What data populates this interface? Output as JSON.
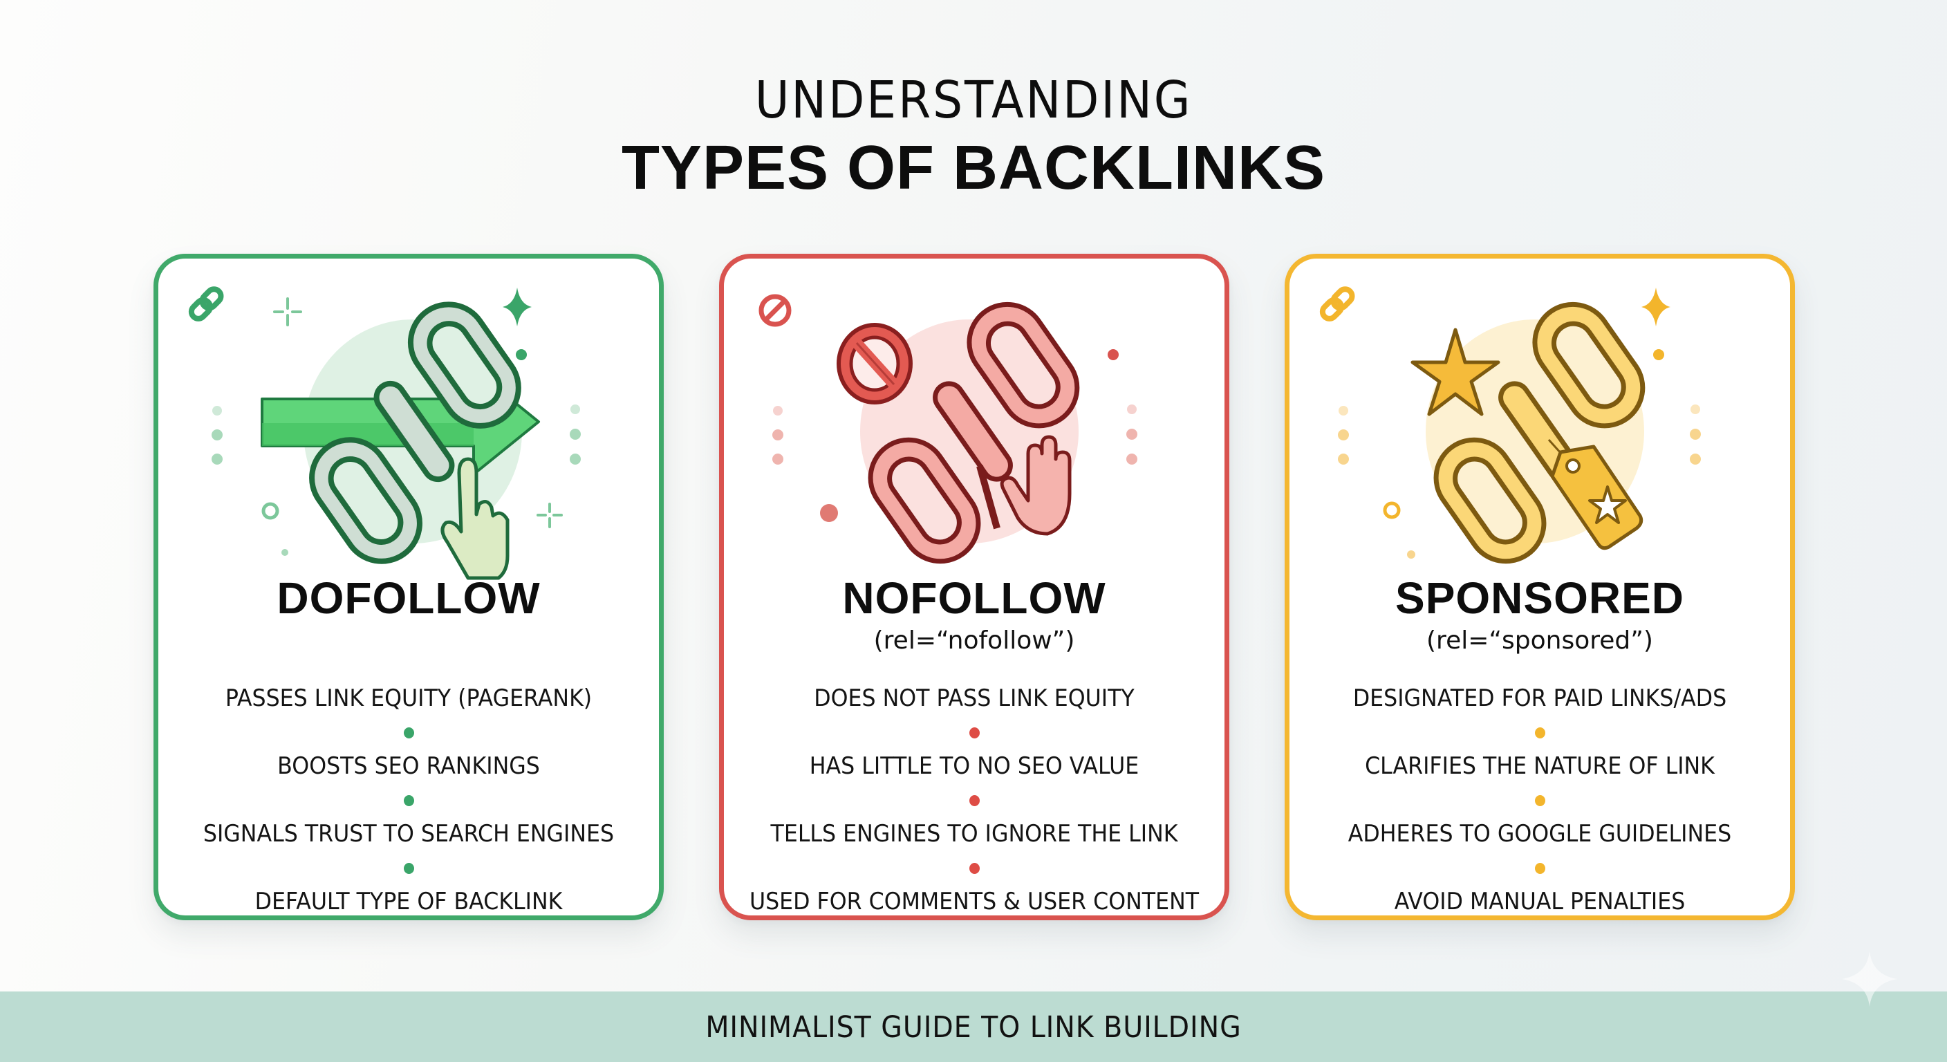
{
  "header": {
    "kicker": "UNDERSTANDING",
    "title": "TYPES OF BACKLINKS"
  },
  "cards": [
    {
      "id": "dofollow",
      "heading": "DOFOLLOW",
      "subtitle": "",
      "accent": "#40a96a",
      "accent_dark": "#1f6b3c",
      "accent_soft": "#dff1e4",
      "corner_icon": "link-icon",
      "illustration": [
        "chain-link-icon",
        "right-arrow-icon",
        "pointing-hand-icon",
        "sparkle-icon"
      ],
      "bullets": [
        "PASSES LINK EQUITY (PAGERANK)",
        "BOOSTS SEO RANKINGS",
        "SIGNALS TRUST TO SEARCH ENGINES",
        "DEFAULT TYPE OF BACKLINK"
      ]
    },
    {
      "id": "nofollow",
      "heading": "NOFOLLOW",
      "subtitle": "(rel=“nofollow”)",
      "accent": "#d9534f",
      "accent_dark": "#7a1c1c",
      "accent_soft": "#fbe1df",
      "corner_icon": "prohibited-icon",
      "illustration": [
        "chain-link-icon",
        "prohibited-icon",
        "stop-hand-icon"
      ],
      "bullets": [
        "DOES NOT PASS LINK EQUITY",
        "HAS LITTLE TO NO SEO VALUE",
        "TELLS ENGINES TO IGNORE THE LINK",
        "USED FOR COMMENTS & USER CONTENT"
      ]
    },
    {
      "id": "sponsored",
      "heading": "SPONSORED",
      "subtitle": "(rel=“sponsored”)",
      "accent": "#f4b731",
      "accent_dark": "#7d5a10",
      "accent_soft": "#fdf1d2",
      "corner_icon": "link-icon",
      "illustration": [
        "chain-link-icon",
        "star-icon",
        "price-tag-icon",
        "sparkle-icon"
      ],
      "bullets": [
        "DESIGNATED FOR PAID LINKS/ADS",
        "CLARIFIES THE NATURE OF LINK",
        "ADHERES TO GOOGLE GUIDELINES",
        "AVOID MANUAL PENALTIES"
      ]
    }
  ],
  "footer": {
    "text": "MINIMALIST GUIDE TO LINK BUILDING",
    "background": "#bcdcd2"
  }
}
